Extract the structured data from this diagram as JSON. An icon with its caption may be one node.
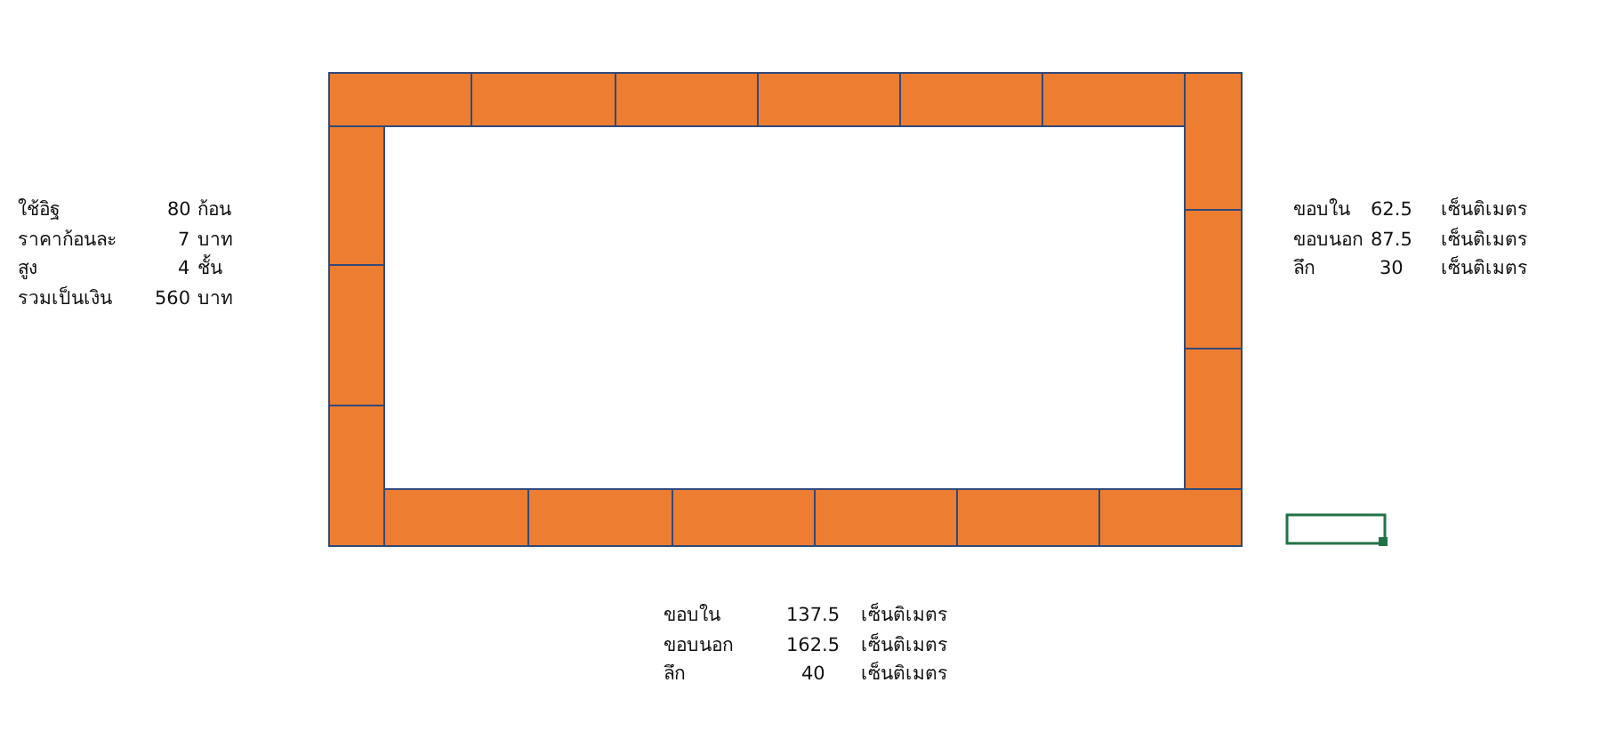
{
  "diagram": {
    "labels": [
      "ใช้อิฐ",
      "80",
      "ก้อน",
      "ราคาก้อนละ",
      "7",
      "บาท",
      "สูง",
      "4",
      "ชั้น",
      "รวมเป็นเงิน",
      "560",
      "บาท",
      "ขอบใน",
      "62.5",
      "เซ็นติเมตร",
      "ขอบนอก",
      "87.5",
      "เซ็นติเมตร",
      "ลึก",
      "30",
      "เซ็นติเมตร",
      "ขอบใน",
      "137.5",
      "เซ็นติเมตร",
      "ขอบนอก",
      "162.5",
      "เซ็นติเมตร",
      "ลึก",
      "40",
      "เซ็นติเมตร"
    ]
  }
}
